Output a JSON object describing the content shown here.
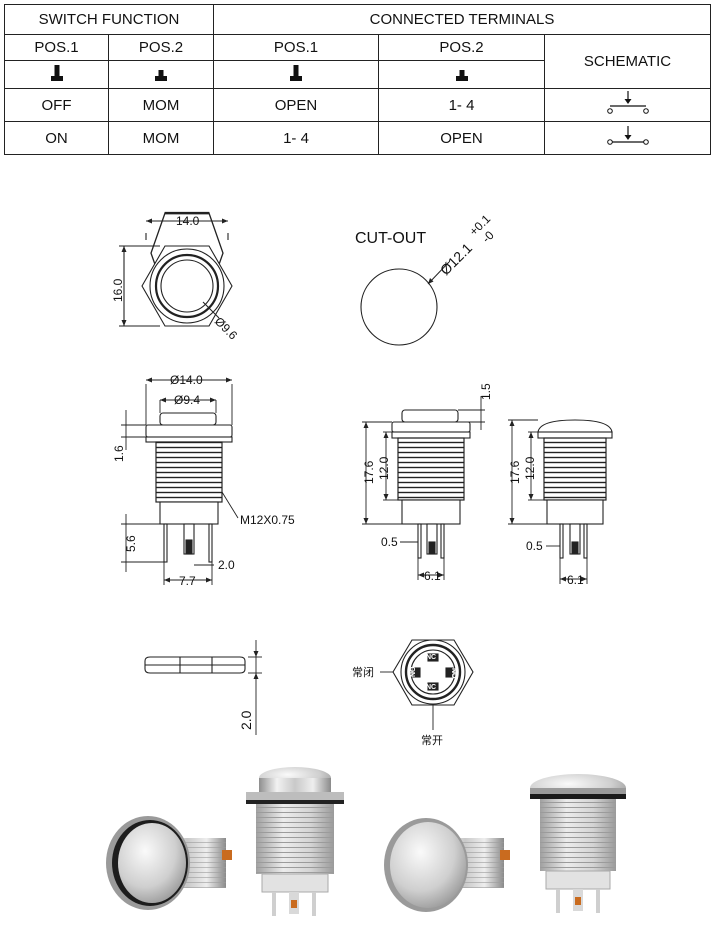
{
  "table": {
    "switch_function": "SWITCH FUNCTION",
    "connected_terminals": "CONNECTED TERMINALS",
    "pos1": "POS.1",
    "pos2": "POS.2",
    "schematic": "SCHEMATIC",
    "rows": [
      {
        "sf_pos1": "OFF",
        "sf_pos2": "MOM",
        "ct_pos1": "OPEN",
        "ct_pos2": "1- 4"
      },
      {
        "sf_pos1": "ON",
        "sf_pos2": "MOM",
        "ct_pos1": "1- 4",
        "ct_pos2": "OPEN"
      }
    ]
  },
  "top_view": {
    "width": "14.0",
    "height": "16.0",
    "cap_dia": "Ø9.6"
  },
  "cutout": {
    "title": "CUT-OUT",
    "dia": "Ø12.1",
    "tol_plus": "+0.1",
    "tol_minus": "-0"
  },
  "front_view": {
    "outer_dia": "Ø14.0",
    "inner_dia": "Ø9.4",
    "head_h": "1.6",
    "thread": "M12X0.75",
    "pin_len": "5.6",
    "pin_w": "2.0",
    "pin_pitch": "7.7"
  },
  "side_view_a": {
    "cap_h": "1.5",
    "body_len": "17.6",
    "thread_len": "12.0",
    "pin_t": "0.5",
    "pin_pitch": "6.1"
  },
  "side_view_b": {
    "body_len": "17.6",
    "thread_len": "12.0",
    "pin_t": "0.5",
    "pin_pitch": "6.1"
  },
  "nut": {
    "thickness": "2.0"
  },
  "bottom_view": {
    "nc_label": "常闭",
    "no_label": "常开",
    "nc_top": "NC",
    "nc_bottom": "NC",
    "no_left": "NO",
    "no_right": "NO"
  },
  "colors": {
    "line": "#222222",
    "metal_light": "#e8e8e8",
    "metal_mid": "#b9b9b9",
    "metal_dark": "#7a7a7a",
    "ring": "#1a1a1a"
  }
}
